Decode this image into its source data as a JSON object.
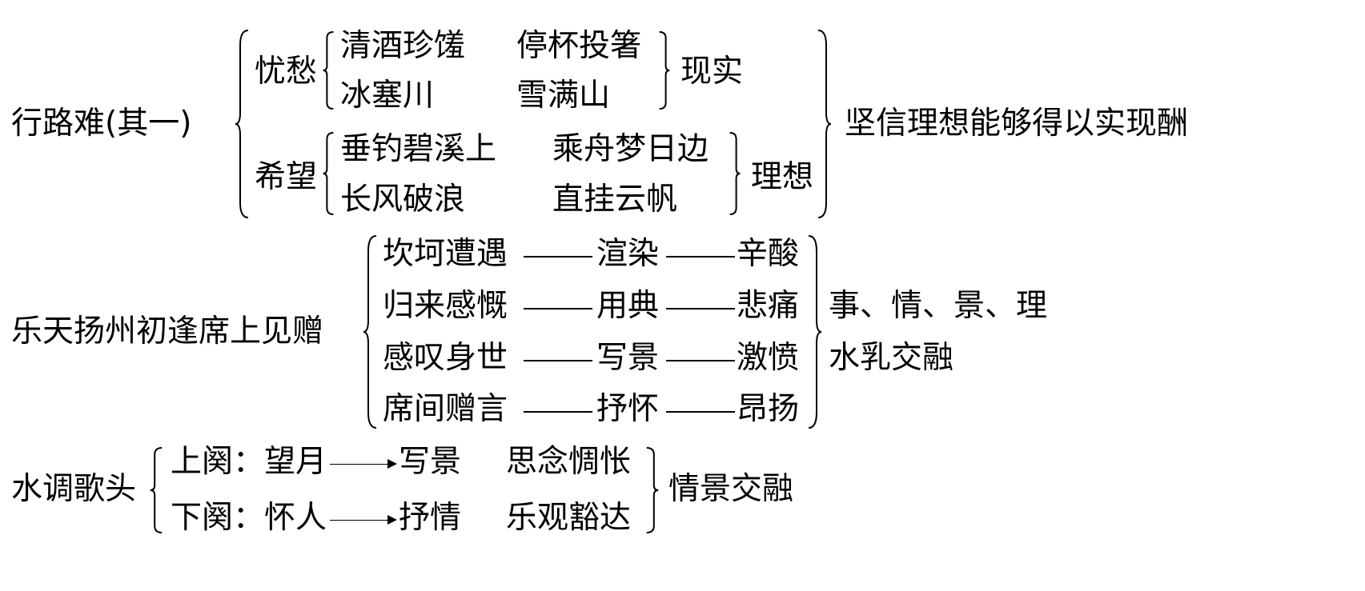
{
  "section1": {
    "title": "行路难(其一)",
    "sorrow": {
      "label": "忧愁",
      "rows": [
        [
          "清酒珍馐",
          "停杯投箸"
        ],
        [
          "冰塞川",
          "雪满山"
        ]
      ],
      "result": "现实"
    },
    "hope": {
      "label": "希望",
      "rows": [
        [
          "垂钓碧溪上",
          "乘舟梦日边"
        ],
        [
          "长风破浪",
          "直挂云帆"
        ]
      ],
      "result": "理想"
    },
    "conclusion": "坚信理想能够得以实现酬"
  },
  "section2": {
    "title": "乐天扬州初逢席上见赠",
    "rows": [
      [
        "坎坷遭遇",
        "渲染",
        "辛酸"
      ],
      [
        "归来感慨",
        "用典",
        "悲痛"
      ],
      [
        "感叹身世",
        "写景",
        "激愤"
      ],
      [
        "席间赠言",
        "抒怀",
        "昂扬"
      ]
    ],
    "result_line1": "事、情、景、理",
    "result_line2": "水乳交融"
  },
  "section3": {
    "title": "水调歌头",
    "rows": [
      [
        "上阕：望月",
        "写景",
        "思念惆怅"
      ],
      [
        "下阕：怀人",
        "抒情",
        "乐观豁达"
      ]
    ],
    "result": "情景交融"
  }
}
